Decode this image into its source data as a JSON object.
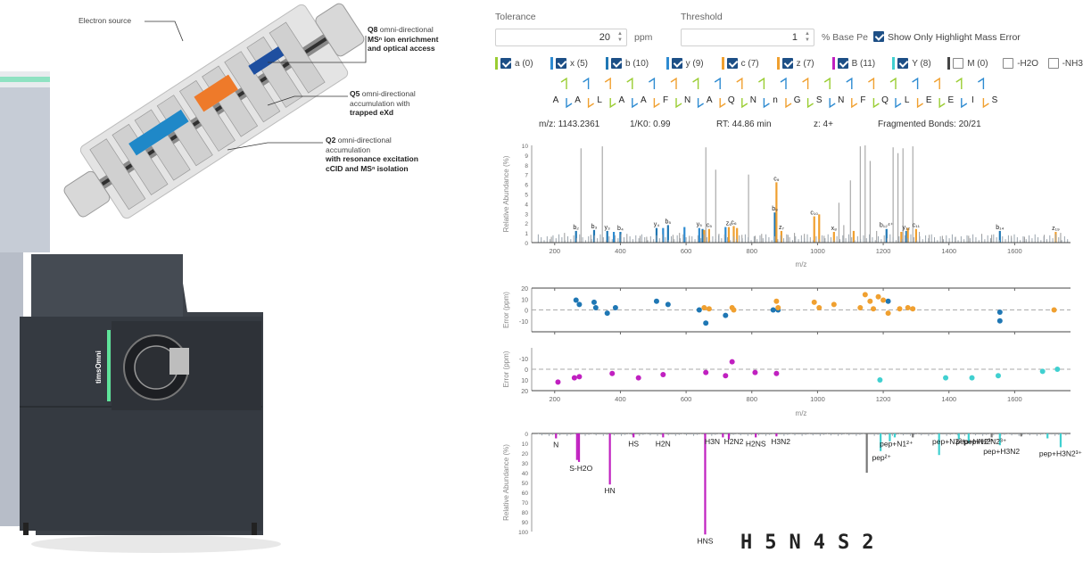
{
  "callouts": {
    "electron_source": "Electron source",
    "q8_title": "Q8",
    "q8_text": "omni-directional",
    "q8_text2": "MSⁿ ion enrichment",
    "q8_text3": "and optical access",
    "q5_title": "Q5",
    "q5_text": "omni-directional",
    "q5_text2": "accumulation with",
    "q5_text3": "trapped eXd",
    "q2_title": "Q2",
    "q2_text": "omni-directional",
    "q2_text2": "accumulation",
    "q2_text3": "with resonance excitation",
    "q2_text4": "cCID and MSⁿ isolation"
  },
  "instrument": {
    "brand_label": "timsOmni"
  },
  "controls": {
    "tolerance_label": "Tolerance",
    "tolerance_value": "20",
    "tolerance_unit": "ppm",
    "threshold_label": "Threshold",
    "threshold_value": "1",
    "threshold_unit": "% Base Pe",
    "highlight_label": "Show Only Highlight Mass Error"
  },
  "ion_types": [
    {
      "label": "a (0)",
      "checked": true,
      "color": "#9acd32"
    },
    {
      "label": "x (5)",
      "checked": true,
      "color": "#2e8bd1"
    },
    {
      "label": "b (10)",
      "checked": true,
      "color": "#1f77b4"
    },
    {
      "label": "y (9)",
      "checked": true,
      "color": "#2e8bd1"
    },
    {
      "label": "c (7)",
      "checked": true,
      "color": "#f0a030"
    },
    {
      "label": "z (7)",
      "checked": true,
      "color": "#f0a030"
    },
    {
      "label": "B (11)",
      "checked": true,
      "color": "#c020c0"
    },
    {
      "label": "Y (8)",
      "checked": true,
      "color": "#40d0d0"
    },
    {
      "label": "M (0)",
      "checked": false,
      "color": "#444444"
    },
    {
      "label": "-H2O",
      "checked": false,
      "color": ""
    },
    {
      "label": "-NH3",
      "checked": false,
      "color": ""
    }
  ],
  "sequence": [
    "A",
    "A",
    "L",
    "A",
    "A",
    "F",
    "N",
    "A",
    "Q",
    "N",
    "n",
    "G",
    "S",
    "N",
    "F",
    "Q",
    "L",
    "E",
    "E",
    "I",
    "S"
  ],
  "precursor": {
    "mz": "m/z: 1143.2361",
    "k0": "1/K0: 0.99",
    "rt": "RT: 44.86 min",
    "z": "z: 4+",
    "bonds": "Fragmented Bonds: 20/21"
  },
  "chart_data": [
    {
      "type": "bar",
      "title": "",
      "xlabel": "m/z",
      "ylabel": "Relative Abundance (%)",
      "xlim": [
        130,
        1770
      ],
      "ylim": [
        0,
        10
      ],
      "xticks": [
        "200",
        "400",
        "600",
        "800",
        "1000",
        "1200",
        "1400",
        "1600"
      ],
      "yticks": [
        "0",
        "1",
        "2",
        "3",
        "4",
        "5",
        "6",
        "7",
        "8",
        "9",
        "10"
      ],
      "series": [
        {
          "name": "b",
          "color": "#1f77b4",
          "x": [
            265,
            320,
            360,
            400,
            510,
            545,
            650,
            870,
            1210,
            1555
          ],
          "y": [
            1.2,
            1.3,
            1.2,
            1.1,
            1.5,
            1.8,
            1.4,
            3.1,
            1.4,
            1.2
          ]
        },
        {
          "name": "y",
          "color": "#2e8bd1",
          "x": [
            380,
            530,
            595,
            640,
            720,
            1270
          ],
          "y": [
            1.1,
            1.5,
            1.6,
            1.5,
            1.6,
            1.2
          ]
        },
        {
          "name": "c",
          "color": "#f0a030",
          "x": [
            655,
            670,
            730,
            745,
            875,
            990,
            1005,
            1275,
            1300
          ],
          "y": [
            1.3,
            1.4,
            1.6,
            1.7,
            6.2,
            2.7,
            2.9,
            1.5,
            1.4
          ]
        },
        {
          "name": "z",
          "color": "#f0a030",
          "x": [
            755,
            890,
            1050,
            1110,
            1255,
            1725
          ],
          "y": [
            1.5,
            1.2,
            1.1,
            1.2,
            1.1,
            1.1
          ]
        },
        {
          "name": "unassigned",
          "color": "#999999",
          "x": [
            190,
            230,
            280,
            310,
            345,
            420,
            460,
            480,
            560,
            580,
            610,
            660,
            690,
            700,
            770,
            790,
            810,
            830,
            910,
            930,
            960,
            1020,
            1065,
            1080,
            1100,
            1130,
            1145,
            1160,
            1180,
            1230,
            1245,
            1260,
            1290,
            1310,
            1340,
            1380,
            1420,
            1460,
            1500,
            1530,
            1590,
            1630,
            1690,
            1740
          ],
          "y": [
            0.6,
            1.0,
            9.7,
            0.8,
            9.9,
            0.9,
            0.7,
            0.6,
            0.8,
            1.0,
            0.7,
            9.8,
            7.5,
            0.9,
            0.8,
            7.0,
            0.7,
            0.9,
            0.8,
            1.0,
            0.9,
            0.7,
            4.1,
            1.8,
            6.4,
            9.9,
            10.0,
            8.4,
            1.2,
            9.8,
            9.2,
            9.7,
            9.9,
            1.1,
            0.8,
            0.7,
            0.6,
            0.7,
            0.9,
            0.8,
            0.7,
            0.6,
            0.8,
            1.0
          ]
        }
      ],
      "annotations": [
        {
          "x": 265,
          "label": "b₂"
        },
        {
          "x": 320,
          "label": "b₃"
        },
        {
          "x": 360,
          "label": "y₃"
        },
        {
          "x": 400,
          "label": "b₄"
        },
        {
          "x": 510,
          "label": "y₄"
        },
        {
          "x": 545,
          "label": "b₅"
        },
        {
          "x": 640,
          "label": "y₅"
        },
        {
          "x": 670,
          "label": "c₅"
        },
        {
          "x": 730,
          "label": "z₆"
        },
        {
          "x": 745,
          "label": "c₆"
        },
        {
          "x": 875,
          "label": "c₉"
        },
        {
          "x": 870,
          "label": "b₉"
        },
        {
          "x": 890,
          "label": "z₇"
        },
        {
          "x": 990,
          "label": "c₁₀"
        },
        {
          "x": 1050,
          "label": "x₈"
        },
        {
          "x": 1210,
          "label": "b₁₂⁴⁺"
        },
        {
          "x": 1270,
          "label": "y₁₂"
        },
        {
          "x": 1300,
          "label": "c₁₁"
        },
        {
          "x": 1555,
          "label": "b₁₄"
        },
        {
          "x": 1725,
          "label": "z₁₉"
        }
      ]
    },
    {
      "type": "scatter",
      "title": "",
      "xlabel": "",
      "ylabel": "Error (ppm)",
      "xlim": [
        130,
        1770
      ],
      "ylim": [
        -20,
        20
      ],
      "xticks": [
        "200",
        "400",
        "600",
        "800",
        "1000",
        "1200",
        "1400",
        "1600"
      ],
      "yticks": [
        "20",
        "10",
        "0",
        "-10"
      ],
      "series": [
        {
          "name": "b/y",
          "color": "#1f77b4",
          "x": [
            265,
            275,
            320,
            325,
            360,
            385,
            510,
            545,
            640,
            660,
            720,
            865,
            880,
            1215,
            1555,
            1555
          ],
          "y": [
            9,
            5,
            7,
            2,
            -3,
            2,
            8,
            5,
            0,
            -12,
            -5,
            0,
            0,
            8,
            -2,
            -10
          ]
        },
        {
          "name": "c/z",
          "color": "#f0a030",
          "x": [
            655,
            670,
            740,
            745,
            875,
            880,
            990,
            1005,
            1050,
            1130,
            1145,
            1160,
            1170,
            1185,
            1200,
            1215,
            1250,
            1275,
            1290,
            1720
          ],
          "y": [
            2,
            1,
            2,
            0,
            8,
            2,
            7,
            2,
            5,
            2,
            14,
            8,
            1,
            12,
            9,
            -3,
            1,
            2,
            1,
            0
          ]
        }
      ]
    },
    {
      "type": "scatter",
      "title": "",
      "xlabel": "m/z",
      "ylabel": "Error (ppm)",
      "xlim": [
        130,
        1770
      ],
      "ylim": [
        -20,
        20
      ],
      "xticks": [
        "200",
        "400",
        "600",
        "800",
        "1000",
        "1200",
        "1400",
        "1600"
      ],
      "yticks": [
        "-10",
        "0",
        "10",
        "20"
      ],
      "series": [
        {
          "name": "B",
          "color": "#c020c0",
          "x": [
            210,
            260,
            275,
            375,
            455,
            530,
            660,
            720,
            740,
            810,
            875
          ],
          "y": [
            12,
            8,
            7,
            4,
            8,
            5,
            3,
            6,
            -7,
            3,
            4
          ]
        },
        {
          "name": "Y",
          "color": "#40d0d0",
          "x": [
            1190,
            1390,
            1470,
            1550,
            1685,
            1730
          ],
          "y": [
            10,
            8,
            8,
            6,
            2,
            0
          ]
        }
      ]
    },
    {
      "type": "bar",
      "title": "",
      "xlabel": "",
      "ylabel": "Relative Abundance (%)",
      "xlim": [
        130,
        1770
      ],
      "ylim": [
        0,
        100
      ],
      "xticks": [
        "200",
        "400",
        "600",
        "800",
        "1000",
        "1200",
        "1400",
        "1600"
      ],
      "yticks": [
        "0",
        "10",
        "20",
        "30",
        "40",
        "50",
        "60",
        "70",
        "80",
        "90",
        "100"
      ],
      "series": [
        {
          "name": "glycan",
          "color": "#c020c0",
          "x": [
            204,
            268,
            274,
            368,
            440,
            530,
            658,
            712,
            730,
            812,
            875
          ],
          "y": [
            5,
            27,
            29,
            52,
            4,
            4,
            103,
            4,
            6,
            4,
            3
          ]
        },
        {
          "name": "Y-ions",
          "color": "#40d0d0",
          "x": [
            1192,
            1220,
            1235,
            1370,
            1430,
            1460,
            1555,
            1700,
            1740
          ],
          "y": [
            18,
            8,
            4,
            22,
            6,
            10,
            12,
            5,
            14
          ]
        },
        {
          "name": "other",
          "color": "#777777",
          "x": [
            1150,
            1290,
            1530,
            1620
          ],
          "y": [
            40,
            4,
            4,
            3
          ]
        }
      ],
      "annotations": [
        {
          "x": 204,
          "label": "N"
        },
        {
          "x": 280,
          "label": "S-H2O"
        },
        {
          "x": 368,
          "label": "HN"
        },
        {
          "x": 440,
          "label": "HS"
        },
        {
          "x": 530,
          "label": "H2N"
        },
        {
          "x": 658,
          "label": "HNS"
        },
        {
          "x": 680,
          "label": "H3N"
        },
        {
          "x": 745,
          "label": "H2N2"
        },
        {
          "x": 812,
          "label": "H2NS"
        },
        {
          "x": 888,
          "label": "H3N2"
        },
        {
          "x": 1195,
          "label": "pep²⁺"
        },
        {
          "x": 1240,
          "label": "pep+N1²⁺"
        },
        {
          "x": 1400,
          "label": "pep+N3³⁺"
        },
        {
          "x": 1480,
          "label": "pep+HN2³⁺"
        },
        {
          "x": 1510,
          "label": "pep+H2N2³⁺"
        },
        {
          "x": 1560,
          "label": "pep+H3N2"
        },
        {
          "x": 1740,
          "label": "pep+H3N2³⁺"
        }
      ]
    }
  ],
  "composition": "H5N4S2"
}
